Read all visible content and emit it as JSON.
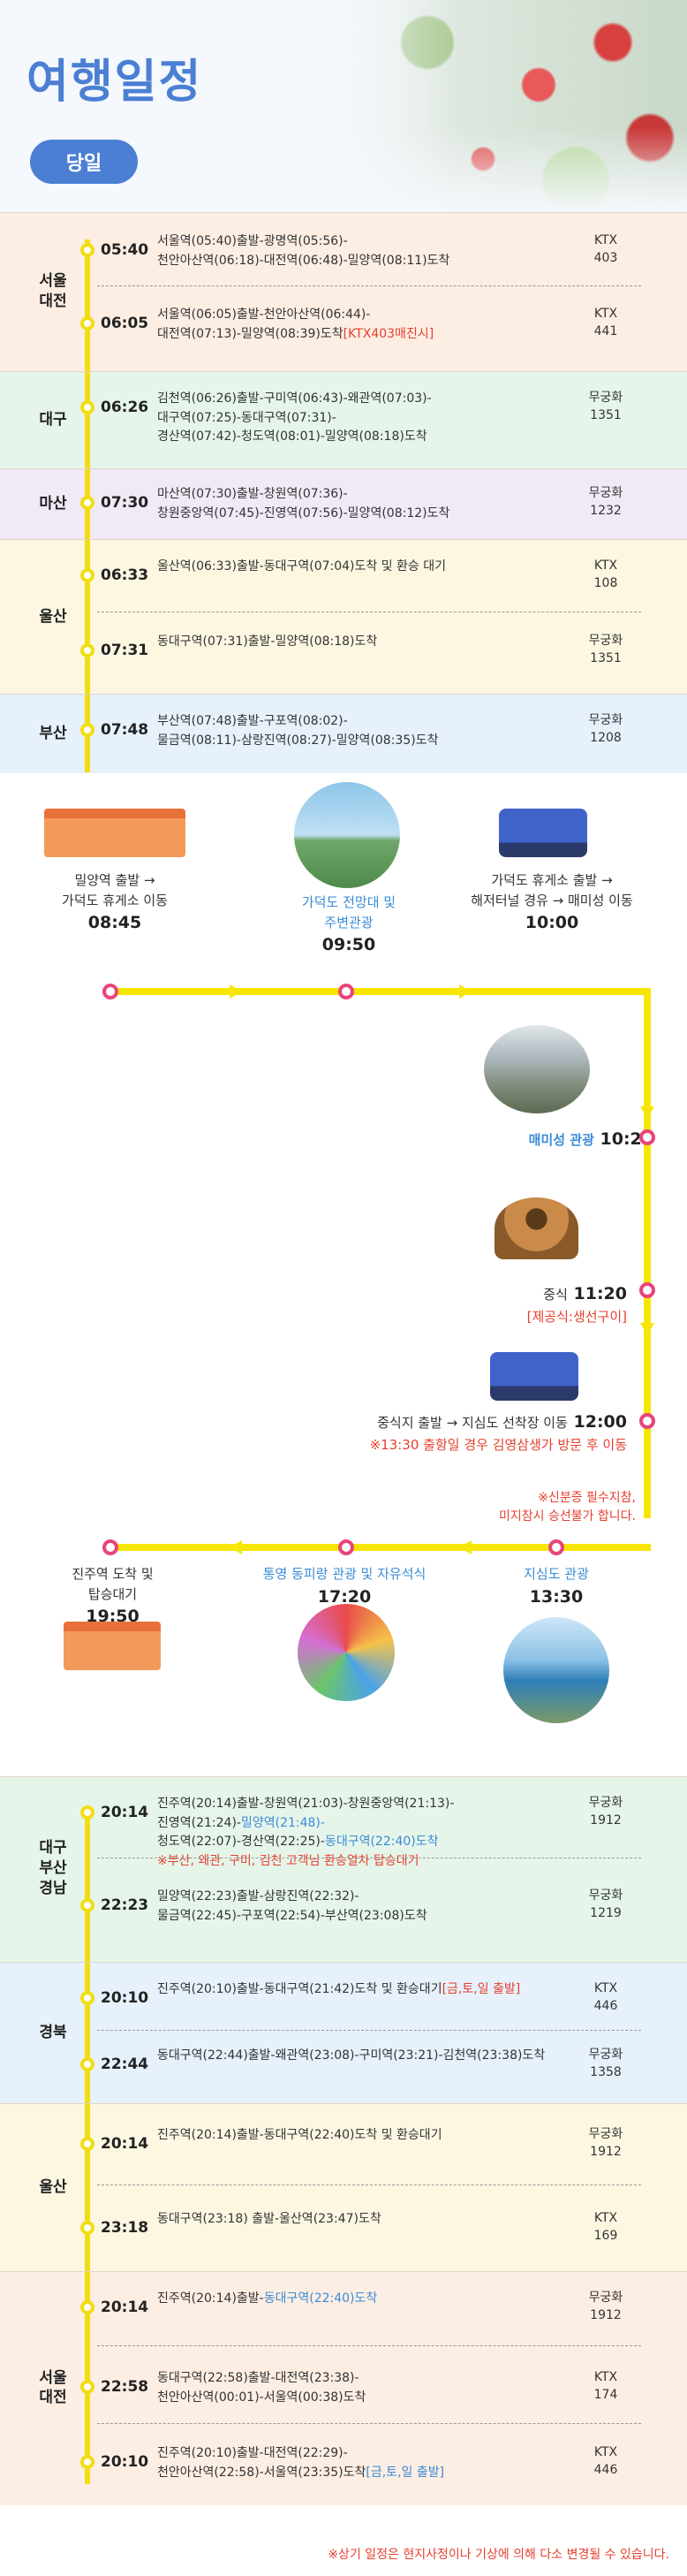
{
  "header": {
    "title": "여행일정",
    "day": "당일"
  },
  "morning": [
    {
      "city": "서울\n대전",
      "bg": "#fdeee4",
      "rows": [
        {
          "time": "05:40",
          "desc": [
            "서울역(05:40)출발-광명역(05:56)-",
            "천안아산역(06:18)-대전역(06:48)-밀양역(08:11)도착"
          ],
          "train": [
            "KTX",
            "403"
          ]
        },
        {
          "time": "06:05",
          "desc": [
            "서울역(06:05)출발-천안아산역(06:44)-",
            "대전역(07:13)-밀양역(08:39)도착"
          ],
          "desc_hl": "[KTX403매진시]",
          "train": [
            "KTX",
            "441"
          ]
        }
      ]
    },
    {
      "city": "대구",
      "bg": "#e6f5ea",
      "rows": [
        {
          "time": "06:26",
          "desc": [
            "김천역(06:26)출발-구미역(06:43)-왜관역(07:03)-",
            "대구역(07:25)-동대구역(07:31)-",
            "경산역(07:42)-청도역(08:01)-밀양역(08:18)도착"
          ],
          "train": [
            "무궁화",
            "1351"
          ]
        }
      ]
    },
    {
      "city": "마산",
      "bg": "#f1e9f6",
      "rows": [
        {
          "time": "07:30",
          "desc": [
            "마산역(07:30)출발-창원역(07:36)-",
            "창원중앙역(07:45)-진영역(07:56)-밀양역(08:12)도착"
          ],
          "train": [
            "무궁화",
            "1232"
          ]
        }
      ]
    },
    {
      "city": "울산",
      "bg": "#fdf7e2",
      "rows": [
        {
          "time": "06:33",
          "desc": [
            "울산역(06:33)출발-동대구역(07:04)도착 및 환승 대기"
          ],
          "train": [
            "KTX",
            "108"
          ]
        },
        {
          "time": "07:31",
          "desc": [
            "동대구역(07:31)출발-밀양역(08:18)도착"
          ],
          "train": [
            "무궁화",
            "1351"
          ]
        }
      ]
    },
    {
      "city": "부산",
      "bg": "#e6f1fb",
      "rows": [
        {
          "time": "07:48",
          "desc": [
            "부산역(07:48)출발-구포역(08:02)-",
            "물금역(08:11)-삼랑진역(08:27)-밀양역(08:35)도착"
          ],
          "train": [
            "무궁화",
            "1208"
          ]
        }
      ]
    }
  ],
  "tour": {
    "n1": {
      "label": [
        "밀양역 출발 →",
        "가덕도 휴게소 이동"
      ],
      "time": "08:45"
    },
    "n2": {
      "label": [
        "가덕도 전망대 및",
        "주변관광"
      ],
      "time": "09:50"
    },
    "n3": {
      "label": [
        "가덕도 휴게소 출발 →",
        "해저터널 경유 → 매미성 이동"
      ],
      "time": "10:00"
    },
    "n4": {
      "label": "매미성 관광",
      "time": "10:20"
    },
    "n5": {
      "label": "중식",
      "time": "11:20",
      "note": "[제공식:생선구이]"
    },
    "n6": {
      "label": "중식지 출발 → 지심도 선착장 이동",
      "time": "12:00",
      "note": "※13:30 출항일 경우 김영삼생가 방문 후 이동"
    },
    "n7note": [
      "※신분증 필수지참,",
      "미지참시 승선불가 합니다."
    ],
    "n7": {
      "label": "지심도 관광",
      "time": "13:30"
    },
    "n8": {
      "label": "통영 동피랑 관광 및 자유석식",
      "time": "17:20"
    },
    "n9": {
      "label": [
        "진주역 도착 및",
        "탑승대기"
      ],
      "time": "19:50"
    }
  },
  "evening": [
    {
      "city": "대구\n부산\n경남",
      "bg": "#e6f5ea",
      "rows": [
        {
          "time": "20:14",
          "desc": [
            "진주역(20:14)출발-창원역(21:03)-창원중앙역(21:13)-"
          ],
          "desc2": "진영역(21:24)-",
          "desc2hl": "밀양역(21:48)-",
          "desc3": "청도역(22:07)-경산역(22:25)-",
          "desc3hl": "동대구역(22:40)도착",
          "note": "※부산, 왜관, 구미, 김천 고객님 환승열차 탑승대기",
          "train": [
            "무궁화",
            "1912"
          ]
        },
        {
          "time": "22:23",
          "desc": [
            "밀양역(22:23)출발-삼랑진역(22:32)-",
            "물금역(22:45)-구포역(22:54)-부산역(23:08)도착"
          ],
          "train": [
            "무궁화",
            "1219"
          ]
        }
      ]
    },
    {
      "city": "경북",
      "bg": "#e6f1fb",
      "rows": [
        {
          "time": "20:10",
          "desc": [
            "진주역(20:10)출발-동대구역(21:42)도착 및 환승대기"
          ],
          "desc_hl": "[금,토,일 출발]",
          "train": [
            "KTX",
            "446"
          ]
        },
        {
          "time": "22:44",
          "desc": [
            "동대구역(22:44)출발-왜관역(23:08)-구미역(23:21)-김천역(23:38)도착"
          ],
          "train": [
            "무궁화",
            "1358"
          ]
        }
      ]
    },
    {
      "city": "울산",
      "bg": "#fdf7e2",
      "rows": [
        {
          "time": "20:14",
          "desc": [
            "진주역(20:14)출발-동대구역(22:40)도착 및 환승대기"
          ],
          "train": [
            "무궁화",
            "1912"
          ]
        },
        {
          "time": "23:18",
          "desc": [
            "동대구역(23:18) 출발-울산역(23:47)도착"
          ],
          "train": [
            "KTX",
            "169"
          ]
        }
      ]
    },
    {
      "city": "서울\n대전",
      "bg": "#fdeee4",
      "rows": [
        {
          "time": "20:14",
          "desc": [
            "진주역(20:14)출발-"
          ],
          "desc_hlb": "동대구역(22:40)도착",
          "train": [
            "무궁화",
            "1912"
          ]
        },
        {
          "time": "22:58",
          "desc": [
            "동대구역(22:58)출발-대전역(23:38)-",
            "천안아산역(00:01)-서울역(00:38)도착"
          ],
          "train": [
            "KTX",
            "174"
          ]
        },
        {
          "time": "20:10",
          "desc": [
            "진주역(20:10)출발-대전역(22:29)-",
            "천안아산역(22:58)-서울역(23:35)도착"
          ],
          "desc_hlb": "[금,토,일 출발]",
          "train": [
            "KTX",
            "446"
          ]
        }
      ]
    }
  ],
  "footer": "※상기 일정은 현지사정이나 기상에 의해 다소 변경될 수 있습니다."
}
